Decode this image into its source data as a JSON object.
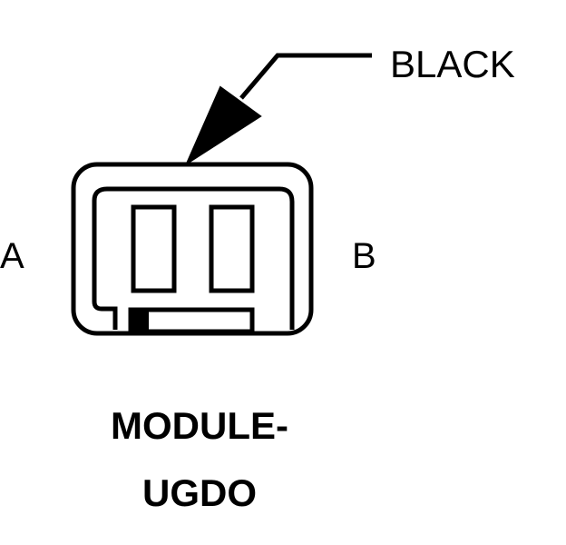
{
  "diagram": {
    "wire_color_label": "BLACK",
    "pin_left_label": "A",
    "pin_right_label": "B",
    "title_line_1": "MODULE-",
    "title_line_2": "UGDO"
  },
  "colors": {
    "ink": "#000000",
    "background": "#ffffff"
  }
}
